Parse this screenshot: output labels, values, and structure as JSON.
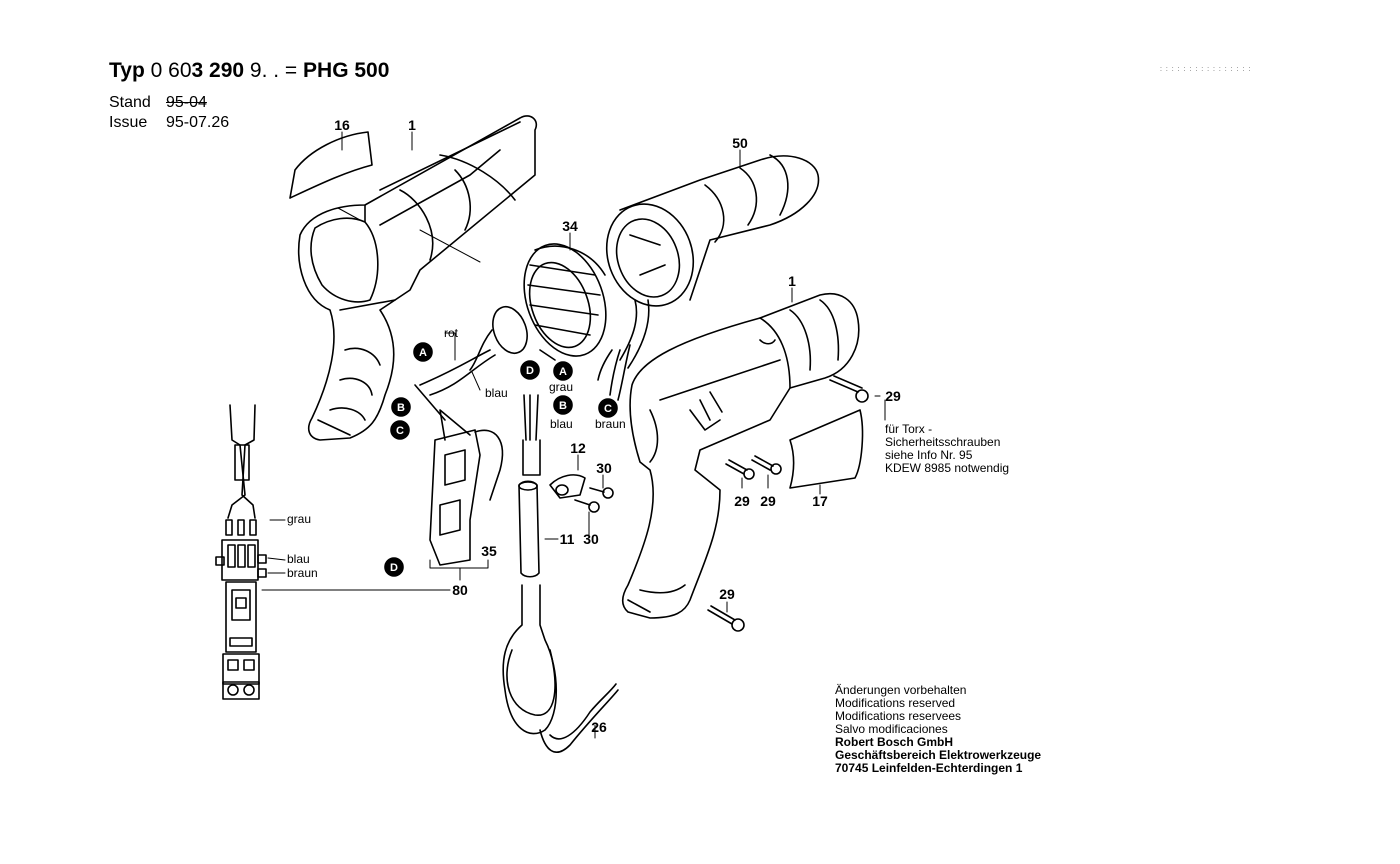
{
  "header": {
    "typ_label": "Typ",
    "typ_num_a": "0 60",
    "typ_num_b": "3 290",
    "typ_num_c": " 9. . =",
    "model": "PHG 500",
    "stand_label": "Stand",
    "stand_value": "95-04",
    "issue_label": "Issue",
    "issue_value": "95-07.26",
    "corner_marks": ": :    : :    : :    : :    : :    : :    : :    : :"
  },
  "parts": {
    "p16": "16",
    "p1_top": "1",
    "p50": "50",
    "p34": "34",
    "p1_right": "1",
    "p29_a": "29",
    "p29_b": "29",
    "p29_c": "29",
    "p29_d": "29",
    "p17": "17",
    "p12": "12",
    "p30_a": "30",
    "p30_b": "30",
    "p11": "11",
    "p35": "35",
    "p80": "80",
    "p26": "26"
  },
  "wires": {
    "rot": "rot",
    "blau_1": "blau",
    "grau_1": "grau",
    "blau_2": "blau",
    "braun_1": "braun",
    "grau_2": "grau",
    "blau_3": "blau",
    "braun_2": "braun"
  },
  "callouts": {
    "A1": "A",
    "B1": "B",
    "C1": "C",
    "D1": "D",
    "A2": "A",
    "B2": "B",
    "C2": "C",
    "D2": "D"
  },
  "note": {
    "line1": "für Torx -",
    "line2": "Sicherheitsschrauben",
    "line3": "siehe Info Nr. 95",
    "line4": "KDEW 8985 notwendig"
  },
  "footer": {
    "line1": "Änderungen vorbehalten",
    "line2": "Modifications reserved",
    "line3": "Modifications reservees",
    "line4": "Salvo modificaciones",
    "company": "Robert Bosch GmbH",
    "division": "Geschäftsbereich Elektrowerkzeuge",
    "address": "70745 Leinfelden-Echterdingen 1"
  }
}
